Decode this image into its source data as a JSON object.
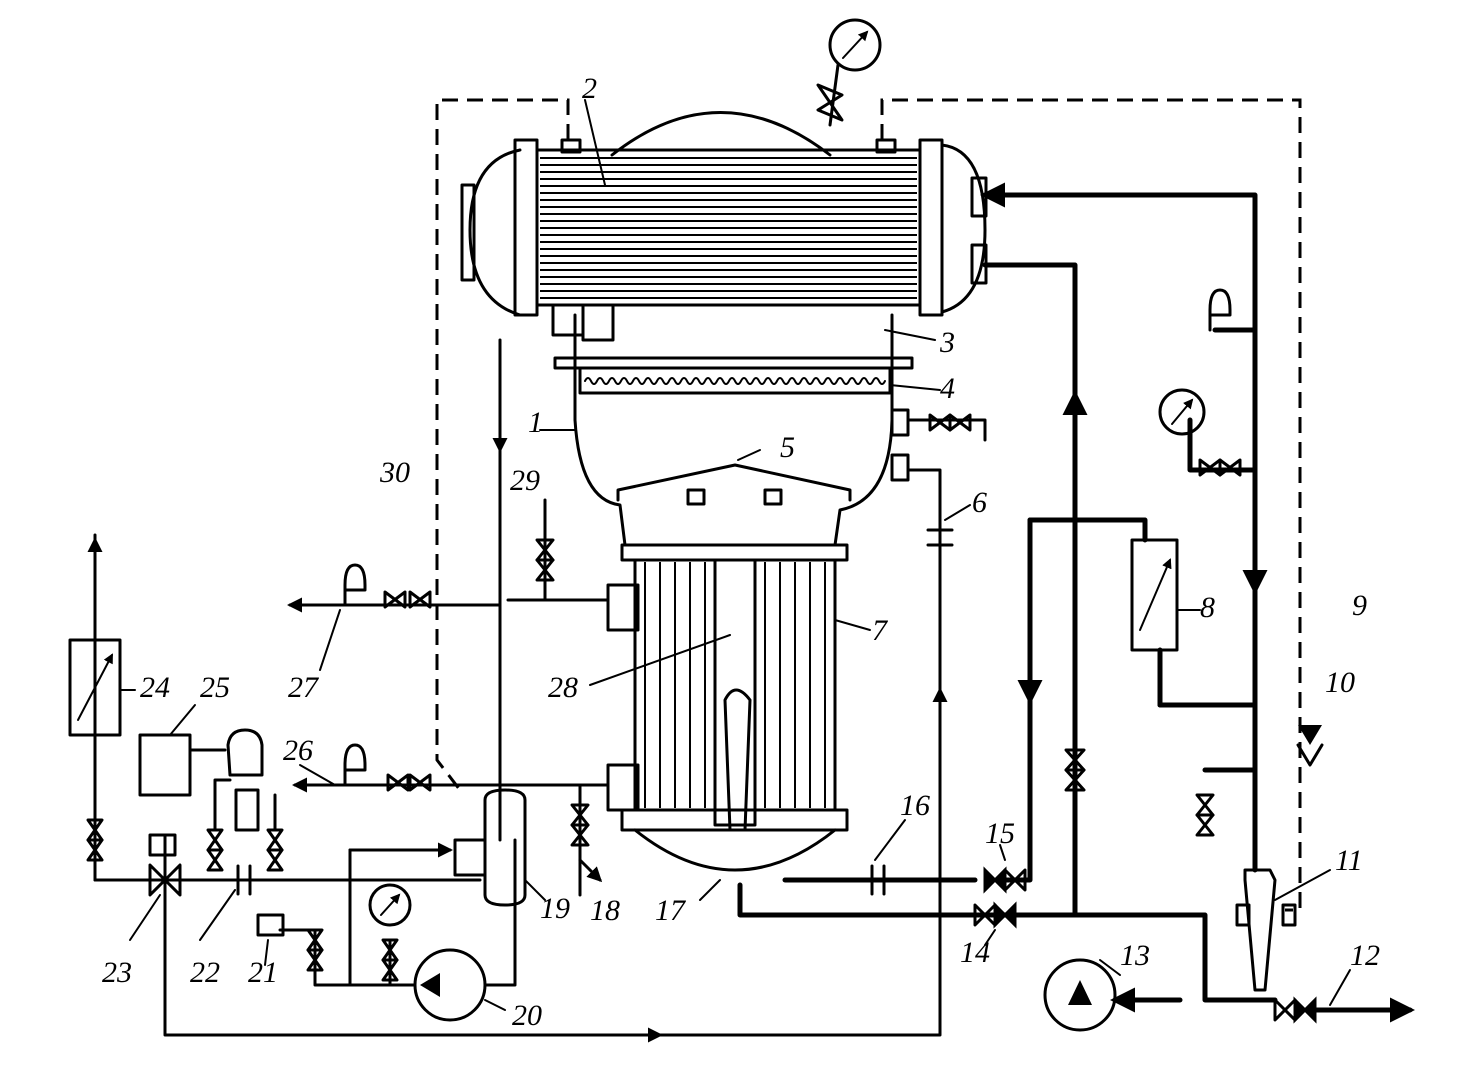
{
  "diagram": {
    "labels": [
      "1",
      "2",
      "3",
      "4",
      "5",
      "6",
      "7",
      "8",
      "9",
      "10",
      "11",
      "12",
      "13",
      "14",
      "15",
      "16",
      "17",
      "18",
      "19",
      "20",
      "21",
      "22",
      "23",
      "24",
      "25",
      "26",
      "27",
      "28",
      "29",
      "30"
    ]
  }
}
